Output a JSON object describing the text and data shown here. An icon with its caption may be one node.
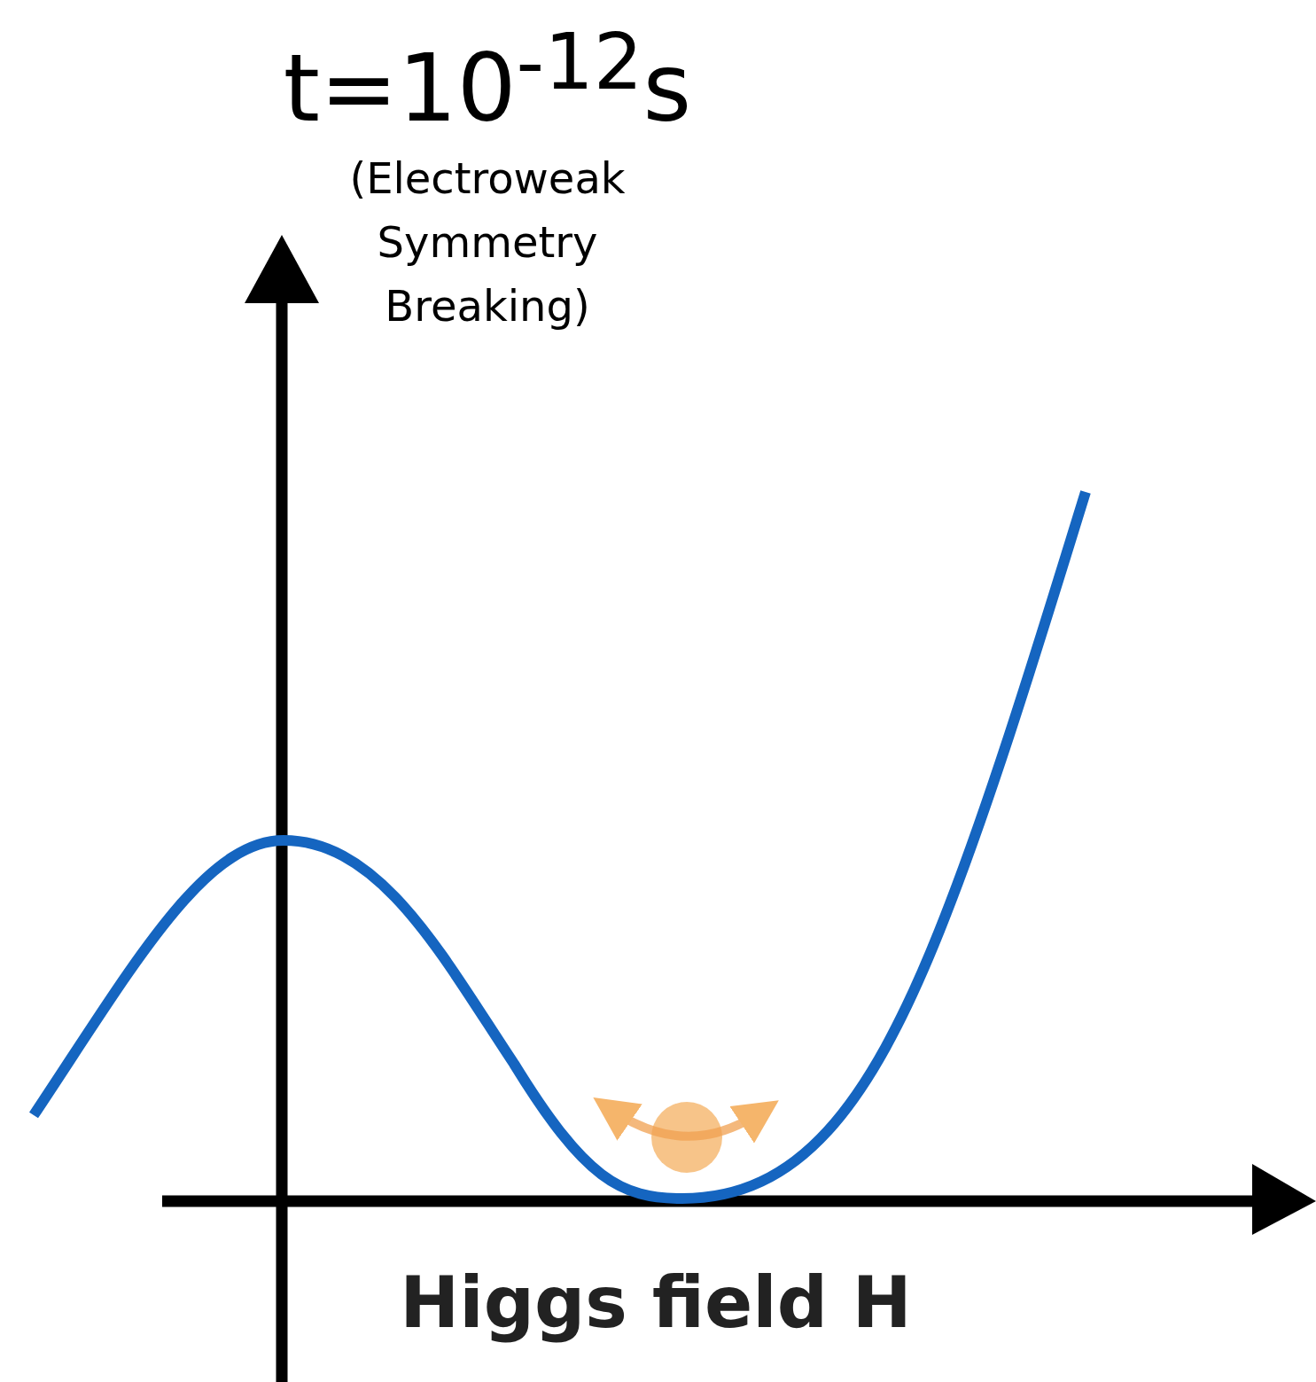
{
  "diagram": {
    "title": "t=10$^{-12}$s",
    "labels": [
      "(Electroweak Symmetry Breaking)",
      "Higgs field H"
    ]
  }
}
